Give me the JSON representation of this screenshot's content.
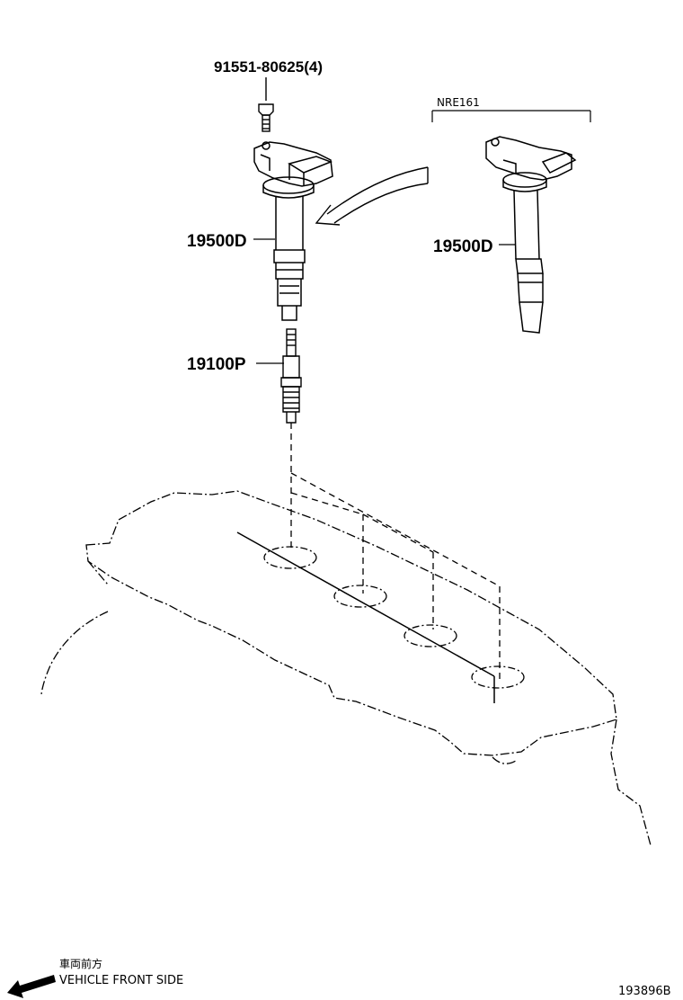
{
  "parts": {
    "bolt": "91551-80625(4)",
    "coil_main": "19500D",
    "spark_plug": "19100P",
    "coil_variant": "19500D"
  },
  "variant_label": "NRE161",
  "front_indicator": {
    "japanese": "車両前方",
    "english": "VEHICLE FRONT SIDE",
    "icon": "arrow-left-down-icon"
  },
  "diagram_code": "193896B",
  "line_color": "#000000",
  "background_color": "#ffffff"
}
